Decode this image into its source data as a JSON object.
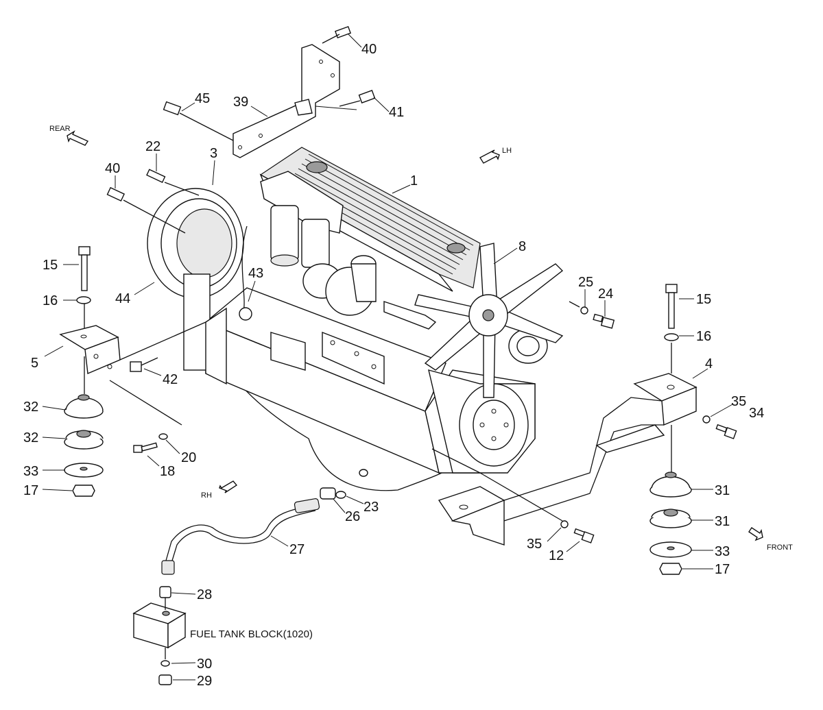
{
  "directions": {
    "rear": "REAR",
    "lh": "LH",
    "rh": "RH",
    "front": "FRONT"
  },
  "note": "FUEL TANK BLOCK(1020)",
  "callouts": [
    {
      "id": "c1",
      "text": "1"
    },
    {
      "id": "c3",
      "text": "3"
    },
    {
      "id": "c4",
      "text": "4"
    },
    {
      "id": "c5",
      "text": "5"
    },
    {
      "id": "c8",
      "text": "8"
    },
    {
      "id": "c12",
      "text": "12"
    },
    {
      "id": "c15a",
      "text": "15"
    },
    {
      "id": "c15b",
      "text": "15"
    },
    {
      "id": "c16a",
      "text": "16"
    },
    {
      "id": "c16b",
      "text": "16"
    },
    {
      "id": "c17a",
      "text": "17"
    },
    {
      "id": "c17b",
      "text": "17"
    },
    {
      "id": "c18",
      "text": "18"
    },
    {
      "id": "c20",
      "text": "20"
    },
    {
      "id": "c22",
      "text": "22"
    },
    {
      "id": "c23",
      "text": "23"
    },
    {
      "id": "c24",
      "text": "24"
    },
    {
      "id": "c25",
      "text": "25"
    },
    {
      "id": "c26",
      "text": "26"
    },
    {
      "id": "c27",
      "text": "27"
    },
    {
      "id": "c28",
      "text": "28"
    },
    {
      "id": "c29",
      "text": "29"
    },
    {
      "id": "c30",
      "text": "30"
    },
    {
      "id": "c31a",
      "text": "31"
    },
    {
      "id": "c31b",
      "text": "31"
    },
    {
      "id": "c32a",
      "text": "32"
    },
    {
      "id": "c32b",
      "text": "32"
    },
    {
      "id": "c33a",
      "text": "33"
    },
    {
      "id": "c33b",
      "text": "33"
    },
    {
      "id": "c34",
      "text": "34"
    },
    {
      "id": "c35a",
      "text": "35"
    },
    {
      "id": "c35b",
      "text": "35"
    },
    {
      "id": "c39",
      "text": "39"
    },
    {
      "id": "c40a",
      "text": "40"
    },
    {
      "id": "c40b",
      "text": "40"
    },
    {
      "id": "c41",
      "text": "41"
    },
    {
      "id": "c42",
      "text": "42"
    },
    {
      "id": "c43",
      "text": "43"
    },
    {
      "id": "c44",
      "text": "44"
    },
    {
      "id": "c45",
      "text": "45"
    }
  ]
}
